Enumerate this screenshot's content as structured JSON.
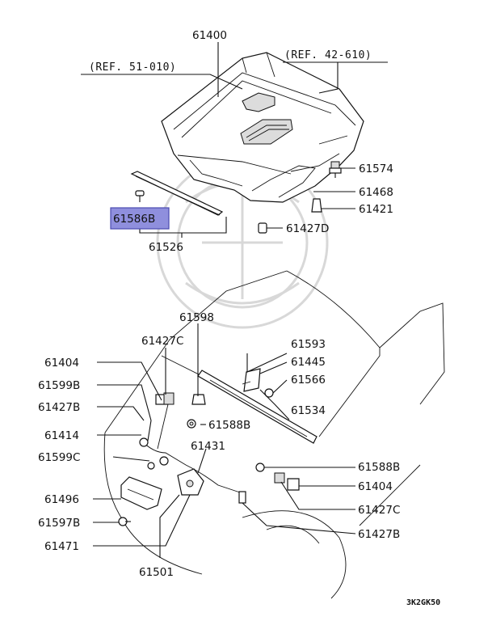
{
  "diagram": {
    "ref_left": "(REF. 51-010)",
    "ref_right": "(REF. 42-610)",
    "figure_code": "3K2GK50",
    "highlight_color": "#8f8fdd",
    "labels": {
      "p61400": "61400",
      "p61574": "61574",
      "p61468": "61468",
      "p61421": "61421",
      "p61586B": "61586B",
      "p61427D": "61427D",
      "p61526": "61526",
      "p61598": "61598",
      "p61427C_top": "61427C",
      "p61593": "61593",
      "p61445": "61445",
      "p61404_left": "61404",
      "p61566": "61566",
      "p61599B": "61599B",
      "p61534": "61534",
      "p61427B_left": "61427B",
      "p61588B_mid": "61588B",
      "p61414": "61414",
      "p61431": "61431",
      "p61599C": "61599C",
      "p61588B_right": "61588B",
      "p61496": "61496",
      "p61404_right": "61404",
      "p61597B": "61597B",
      "p61427C_right": "61427C",
      "p61471": "61471",
      "p61427B_right": "61427B",
      "p61501": "61501"
    }
  }
}
